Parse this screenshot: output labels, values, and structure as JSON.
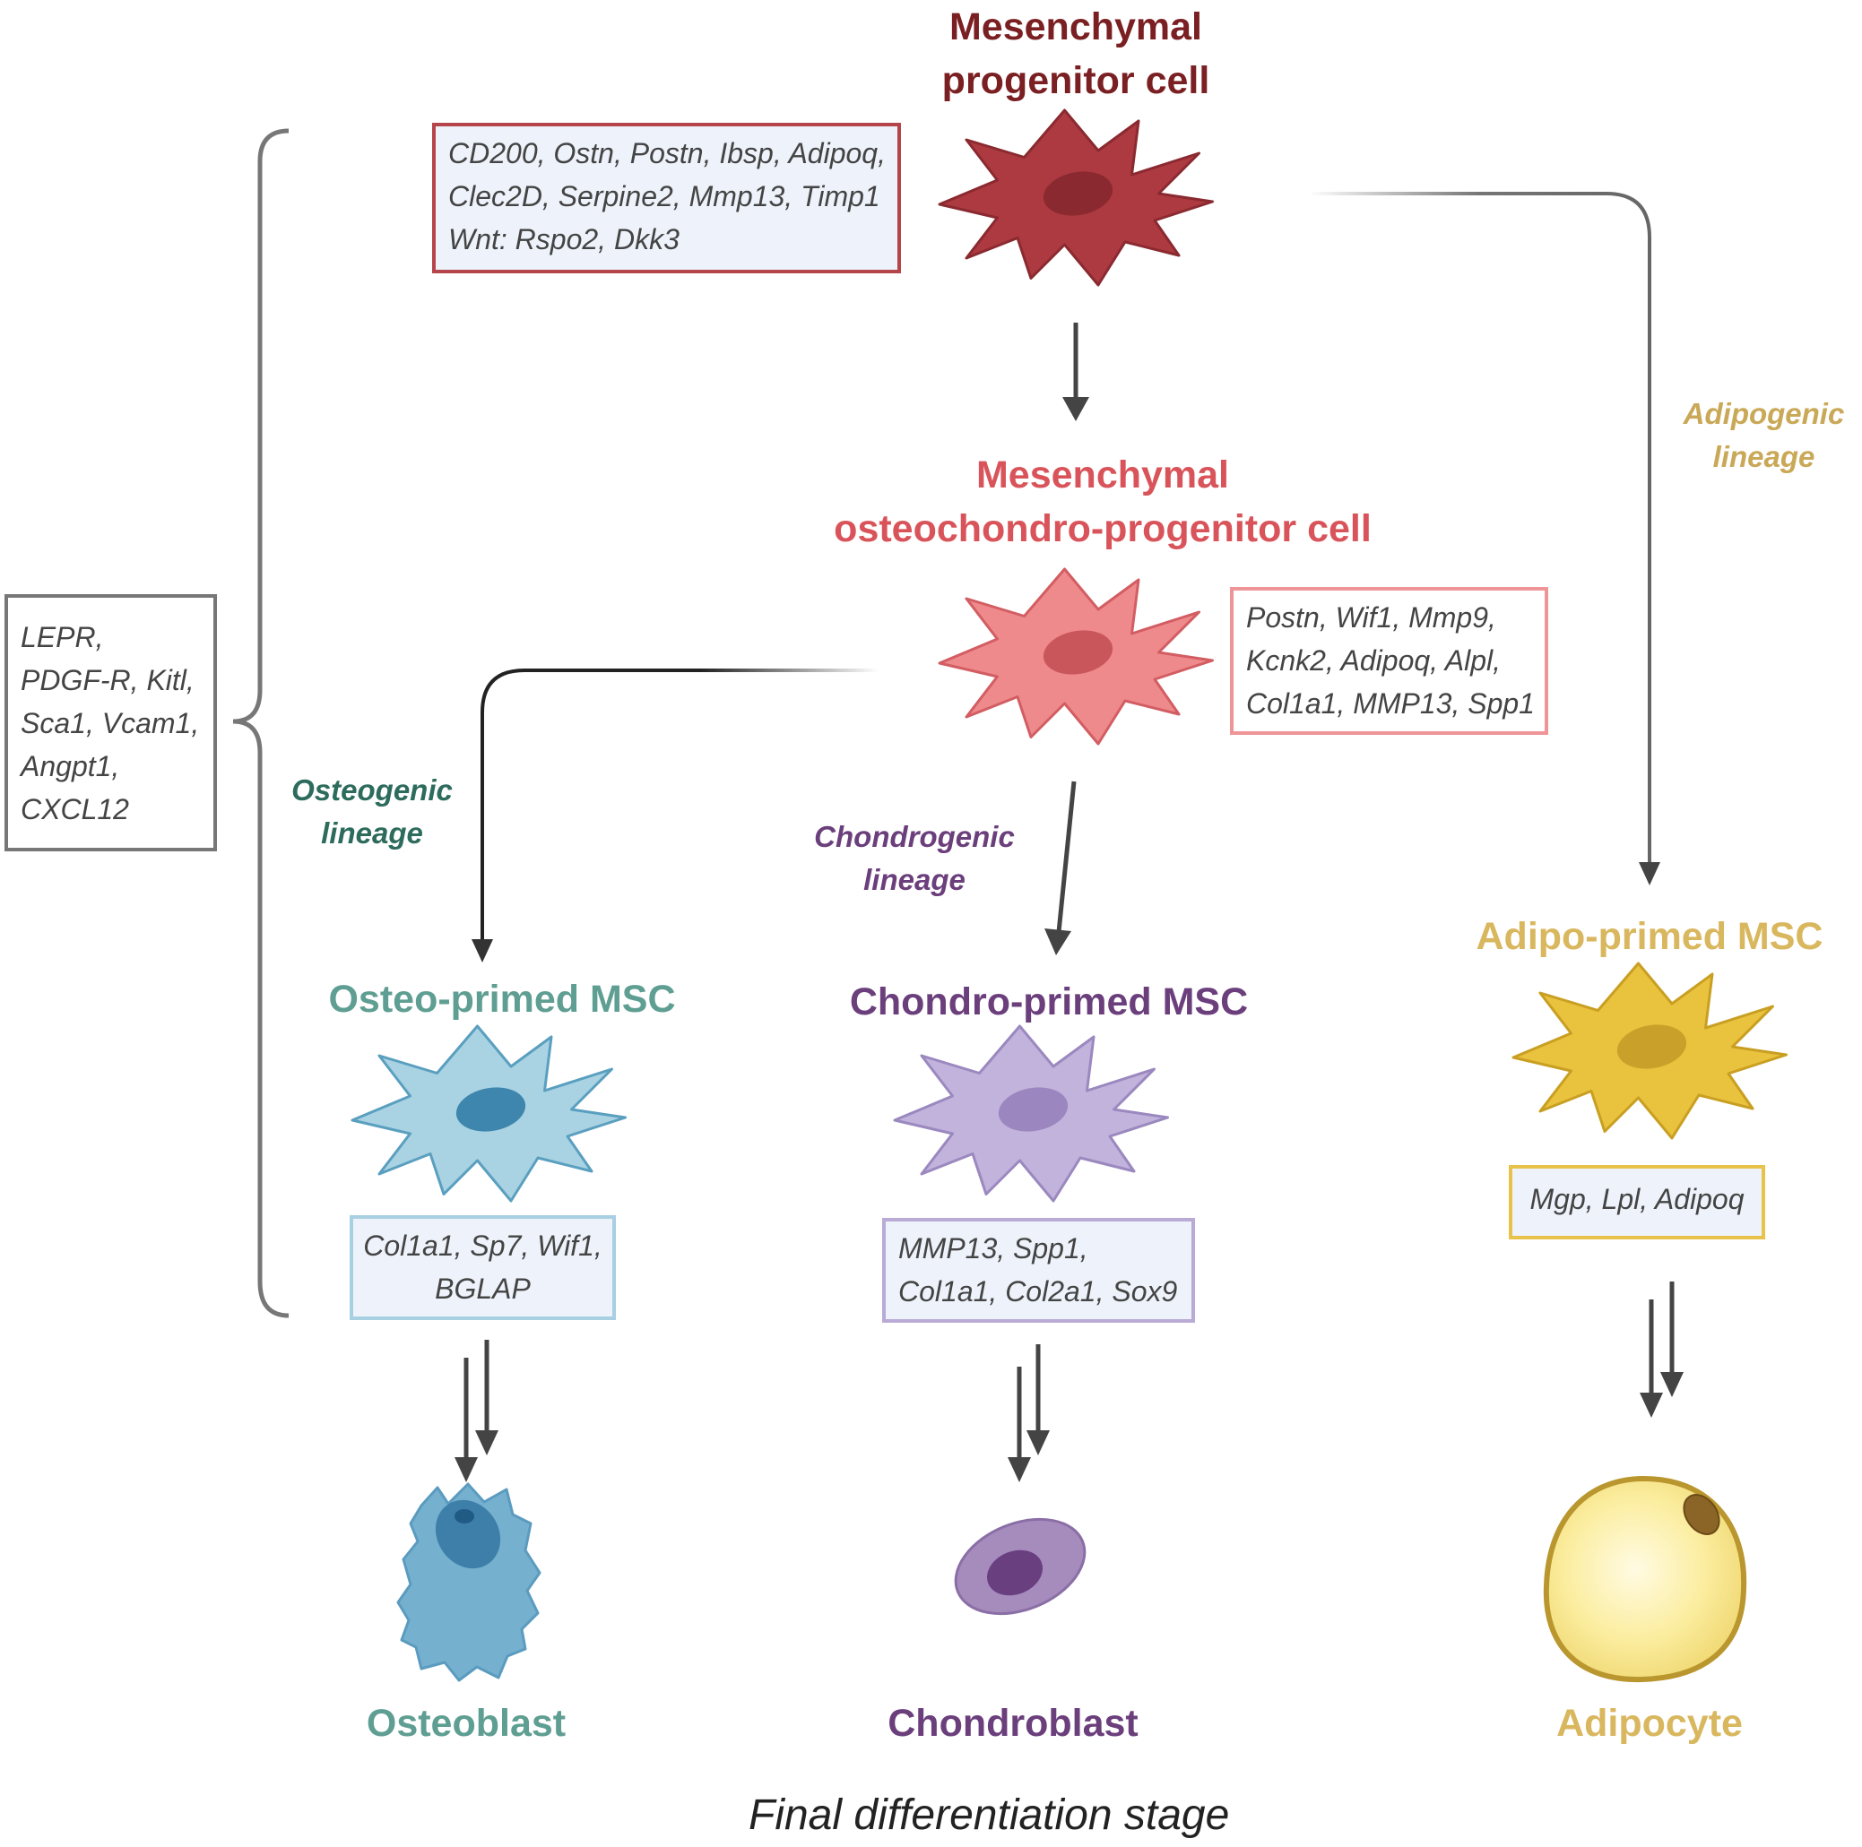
{
  "colors": {
    "progenitor": "#7a1f22",
    "osteochondro": "#d9545a",
    "osteo": "#5f9e92",
    "chondro": "#6b3e7c",
    "adipo": "#d9b75e",
    "osteo_lineage": "#2d6b5c",
    "chondro_lineage": "#6b3e7c",
    "adipo_lineage": "#c9a857",
    "arrow": "#444444",
    "bracket": "#777777"
  },
  "progenitor": {
    "title_line1": "Mesenchymal",
    "title_line2": "progenitor cell",
    "markers": [
      "CD200, Ostn, Postn, Ibsp, Adipoq,",
      "Clec2D, Serpine2, Mmp13, Timp1",
      "Wnt: Rspo2, Dkk3"
    ]
  },
  "osteochondro": {
    "title_line1": "Mesenchymal",
    "title_line2": "osteochondro-progenitor cell",
    "markers": [
      "Postn, Wif1, Mmp9,",
      "Kcnk2, Adipoq, Alpl,",
      "Col1a1, MMP13, Spp1"
    ]
  },
  "shared_markers": [
    "LEPR,",
    "PDGF-R, Kitl,",
    "Sca1, Vcam1,",
    "Angpt1,",
    "CXCL12"
  ],
  "lineages": {
    "osteogenic": [
      "Osteogenic",
      "lineage"
    ],
    "chondrogenic": [
      "Chondrogenic",
      "lineage"
    ],
    "adipogenic": [
      "Adipogenic",
      "lineage"
    ]
  },
  "osteo_primed": {
    "title": "Osteo-primed MSC",
    "markers": [
      "Col1a1, Sp7, Wif1,",
      "BGLAP"
    ]
  },
  "chondro_primed": {
    "title": "Chondro-primed MSC",
    "markers": [
      "MMP13, Spp1,",
      "Col1a1, Col2a1, Sox9"
    ]
  },
  "adipo_primed": {
    "title": "Adipo-primed MSC",
    "markers": [
      "Mgp, Lpl, Adipoq"
    ]
  },
  "final": {
    "osteoblast": "Osteoblast",
    "chondroblast": "Chondroblast",
    "adipocyte": "Adipocyte",
    "stage_label": "Final differentiation stage"
  }
}
